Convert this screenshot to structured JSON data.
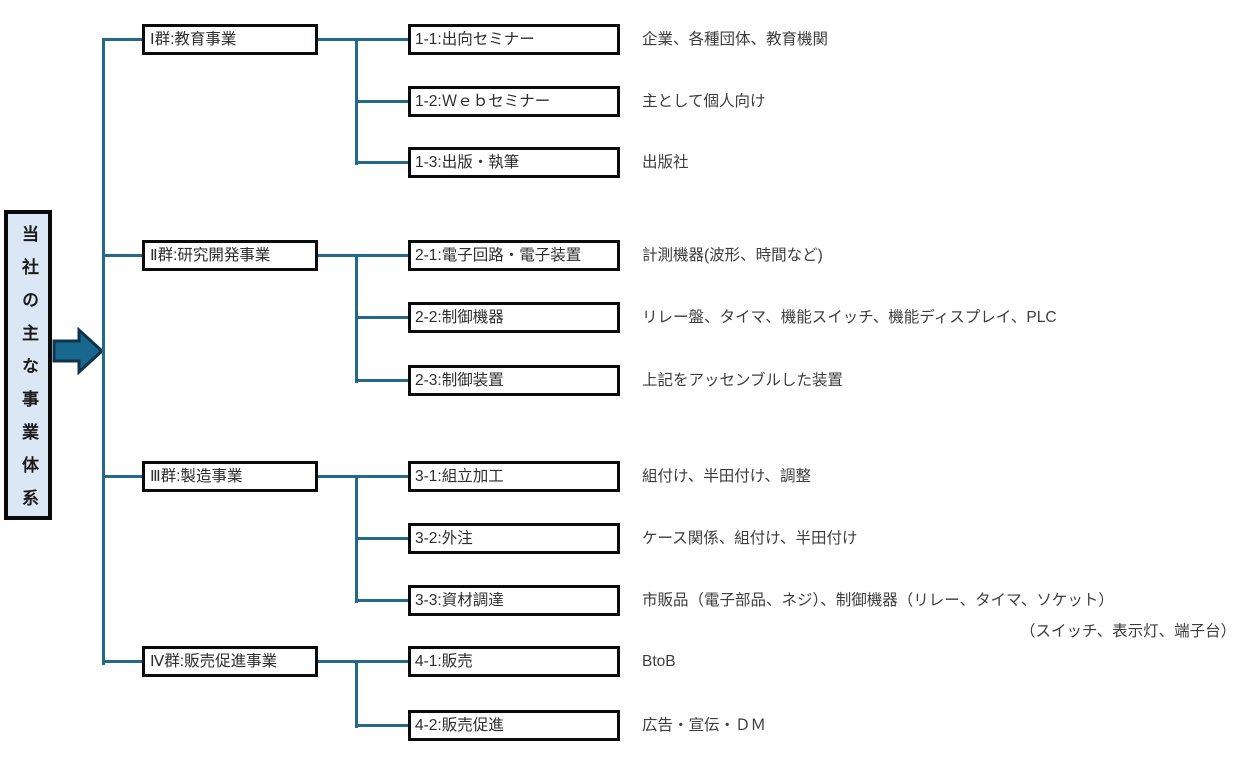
{
  "title": {
    "vertical_text": "当社の主な事業体系"
  },
  "colors": {
    "line": "#24688C",
    "arrow_fill": "#17678F",
    "arrow_stroke": "#12344A",
    "title_bg": "#DBE7F5",
    "border": "#0A0A0A",
    "text": "#3D3D3D"
  },
  "groups": [
    {
      "label": "Ⅰ群:教育事業",
      "items": [
        {
          "label": "1-1:出向セミナー",
          "desc": "企業、各種団体、教育機関"
        },
        {
          "label": "1-2:Ｗｅｂセミナー",
          "desc": "主として個人向け"
        },
        {
          "label": "1-3:出版・執筆",
          "desc": "出版社"
        }
      ]
    },
    {
      "label": "Ⅱ群:研究開発事業",
      "items": [
        {
          "label": "2-1:電子回路・電子装置",
          "desc": "計測機器(波形、時間など)"
        },
        {
          "label": "2-2:制御機器",
          "desc": "リレー盤、タイマ、機能スイッチ、機能ディスプレイ、PLC"
        },
        {
          "label": "2-3:制御装置",
          "desc": "上記をアッセンブルした装置"
        }
      ]
    },
    {
      "label": "Ⅲ群:製造事業",
      "items": [
        {
          "label": "3-1:組立加工",
          "desc": "組付け、半田付け、調整"
        },
        {
          "label": "3-2:外注",
          "desc": "ケース関係、組付け、半田付け"
        },
        {
          "label": "3-3:資材調達",
          "desc": "市販品（電子部品、ネジ）、制御機器（リレー、タイマ、ソケット）",
          "desc2": "（スイッチ、表示灯、端子台）"
        }
      ]
    },
    {
      "label": "Ⅳ群:販売促進事業",
      "items": [
        {
          "label": "4-1:販売",
          "desc": "BtoB"
        },
        {
          "label": "4-2:販売促進",
          "desc": "広告・宣伝・ＤＭ"
        }
      ]
    }
  ]
}
